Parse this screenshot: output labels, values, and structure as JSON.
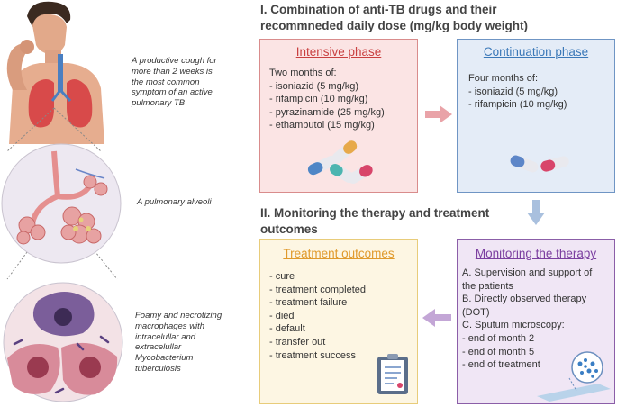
{
  "section1": {
    "heading_line1": "I. Combination of anti-TB drugs and their",
    "heading_line2": "recommneded daily dose (mg/kg body weight)"
  },
  "section2": {
    "heading_line1": "II. Monitoring the therapy and treatment",
    "heading_line2": "outcomes"
  },
  "intensive": {
    "title": "Intensive phase",
    "intro": "Two months of:",
    "items": [
      "- isoniazid (5 mg/kg)",
      "- rifampicin (10 mg/kg)",
      "- pyrazinamide (25 mg/kg)",
      "- ethambutol (15 mg/kg)"
    ]
  },
  "continuation": {
    "title": "Continuation phase",
    "intro": "Four months of:",
    "items": [
      "- isoniazid (5 mg/kg)",
      "- rifampicin (10 mg/kg)"
    ]
  },
  "outcomes": {
    "title": "Treatment outcomes",
    "items": [
      "- cure",
      "- treatment completed",
      "- treatment failure",
      "- died",
      "- default",
      "- transfer out",
      "- treatment success"
    ]
  },
  "monitoring": {
    "title": "Monitoring the therapy",
    "lines": [
      "A. Supervision and support of",
      "the patients",
      "B. Directly observed therapy",
      "(DOT)",
      "C. Sputum microscopy:",
      "- end of month 2",
      "- end of month 5",
      "- end of treatment"
    ]
  },
  "captions": {
    "cough": [
      "A productive cough for",
      "more than 2 weeks is",
      "the most common",
      "symptom of an active",
      "pulmonary TB"
    ],
    "alveoli": [
      "A pulmonary alveoli"
    ],
    "macrophages": [
      "Foamy and necrotizing",
      "macrophages with",
      "intracelullar and",
      "extracelullar",
      "Mycobacterium",
      "tuberculosis"
    ]
  },
  "colors": {
    "intensive_border": "#d98c8c",
    "intensive_fill": "#fbe4e4",
    "intensive_title": "#c94040",
    "continuation_border": "#6f95c4",
    "continuation_fill": "#e4ecf7",
    "continuation_title": "#3a78b8",
    "outcomes_border": "#e8cc7a",
    "outcomes_fill": "#fdf6e3",
    "outcomes_title": "#e09a2c",
    "monitoring_border": "#8b5ea8",
    "monitoring_fill": "#f0e6f5",
    "monitoring_title": "#7b3fa0"
  }
}
